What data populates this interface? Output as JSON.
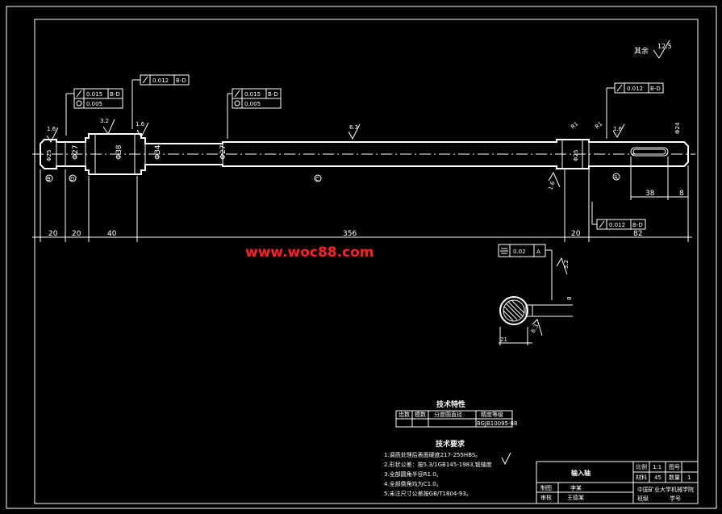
{
  "drawing_title": "输入轴",
  "watermark": "www.woc88.com",
  "roughness_note_label": "其余",
  "roughness_note_value": "12.5",
  "diameters": {
    "d_left_end": "Φ25",
    "d_27_a": "Φ27",
    "d_38": "Φ38",
    "d_34": "Φ34",
    "d_27_b": "Φ27",
    "d_right_bearing": "Φ25",
    "d_right_end": "Φ24"
  },
  "lengths": {
    "l1": "20",
    "l2": "20",
    "l3": "40",
    "l4": "356",
    "l5": "20",
    "l6": "82",
    "keyway_len": "38",
    "keyway_end": "8"
  },
  "roughness": {
    "r1": "1.6",
    "r2": "3.2",
    "r3": "1.6",
    "r4": "6.3",
    "r5": "1.6",
    "r6": "1.6",
    "r7": "R1",
    "r8": "R1"
  },
  "tolerance_frames": {
    "f1_runout": "0.015",
    "f1_ref": "B-D",
    "f1_cyl": "0.005",
    "f2_runout": "0.012",
    "f2_ref": "B-D",
    "f3_runout": "0.015",
    "f3_ref": "B-D",
    "f3_cyl": "0.005",
    "f4_runout": "0.012",
    "f4_ref": "B-D",
    "f5_runout": "0.012",
    "f5_ref": "B-D",
    "sym_value": "0.02",
    "sym_ref": "A"
  },
  "datums": {
    "b": "B",
    "d": "D",
    "c": "C",
    "a": "A"
  },
  "section": {
    "width_dim": "21",
    "depth_dim": "8",
    "rough": "6.3",
    "rough2": "3.2"
  },
  "tech_table_title": "技术特性",
  "tech_table_headers": [
    "齿数",
    "模数",
    "分度圆直径",
    "精度等级"
  ],
  "tech_table_values": [
    "",
    "",
    "",
    "8GJB10095-88"
  ],
  "requirements_title": "技术要求",
  "requirements": [
    "1.调质处理后表面硬度217-255HBS。",
    "2.形状公差：按5.3/1GB145-1983,锻轴度",
    "3.全部圆角半径R1.0。",
    "4.全部倒角均为C1.0。",
    "5.未注尺寸公差按GB/T1804-93。"
  ],
  "title_block": {
    "part_name": "输入轴",
    "scale_label": "比例",
    "scale_value": "1:1",
    "material_label": "材料",
    "material_value": "45",
    "drawing_no_label": "图号",
    "qty_label": "数量",
    "qty_value": "1",
    "designer_label": "制图",
    "designer_value": "李某",
    "checker_label": "审核",
    "checker_value": "王德某",
    "school": "中国矿业大学机械学院",
    "class_info": "班级",
    "student_info": "学号"
  }
}
